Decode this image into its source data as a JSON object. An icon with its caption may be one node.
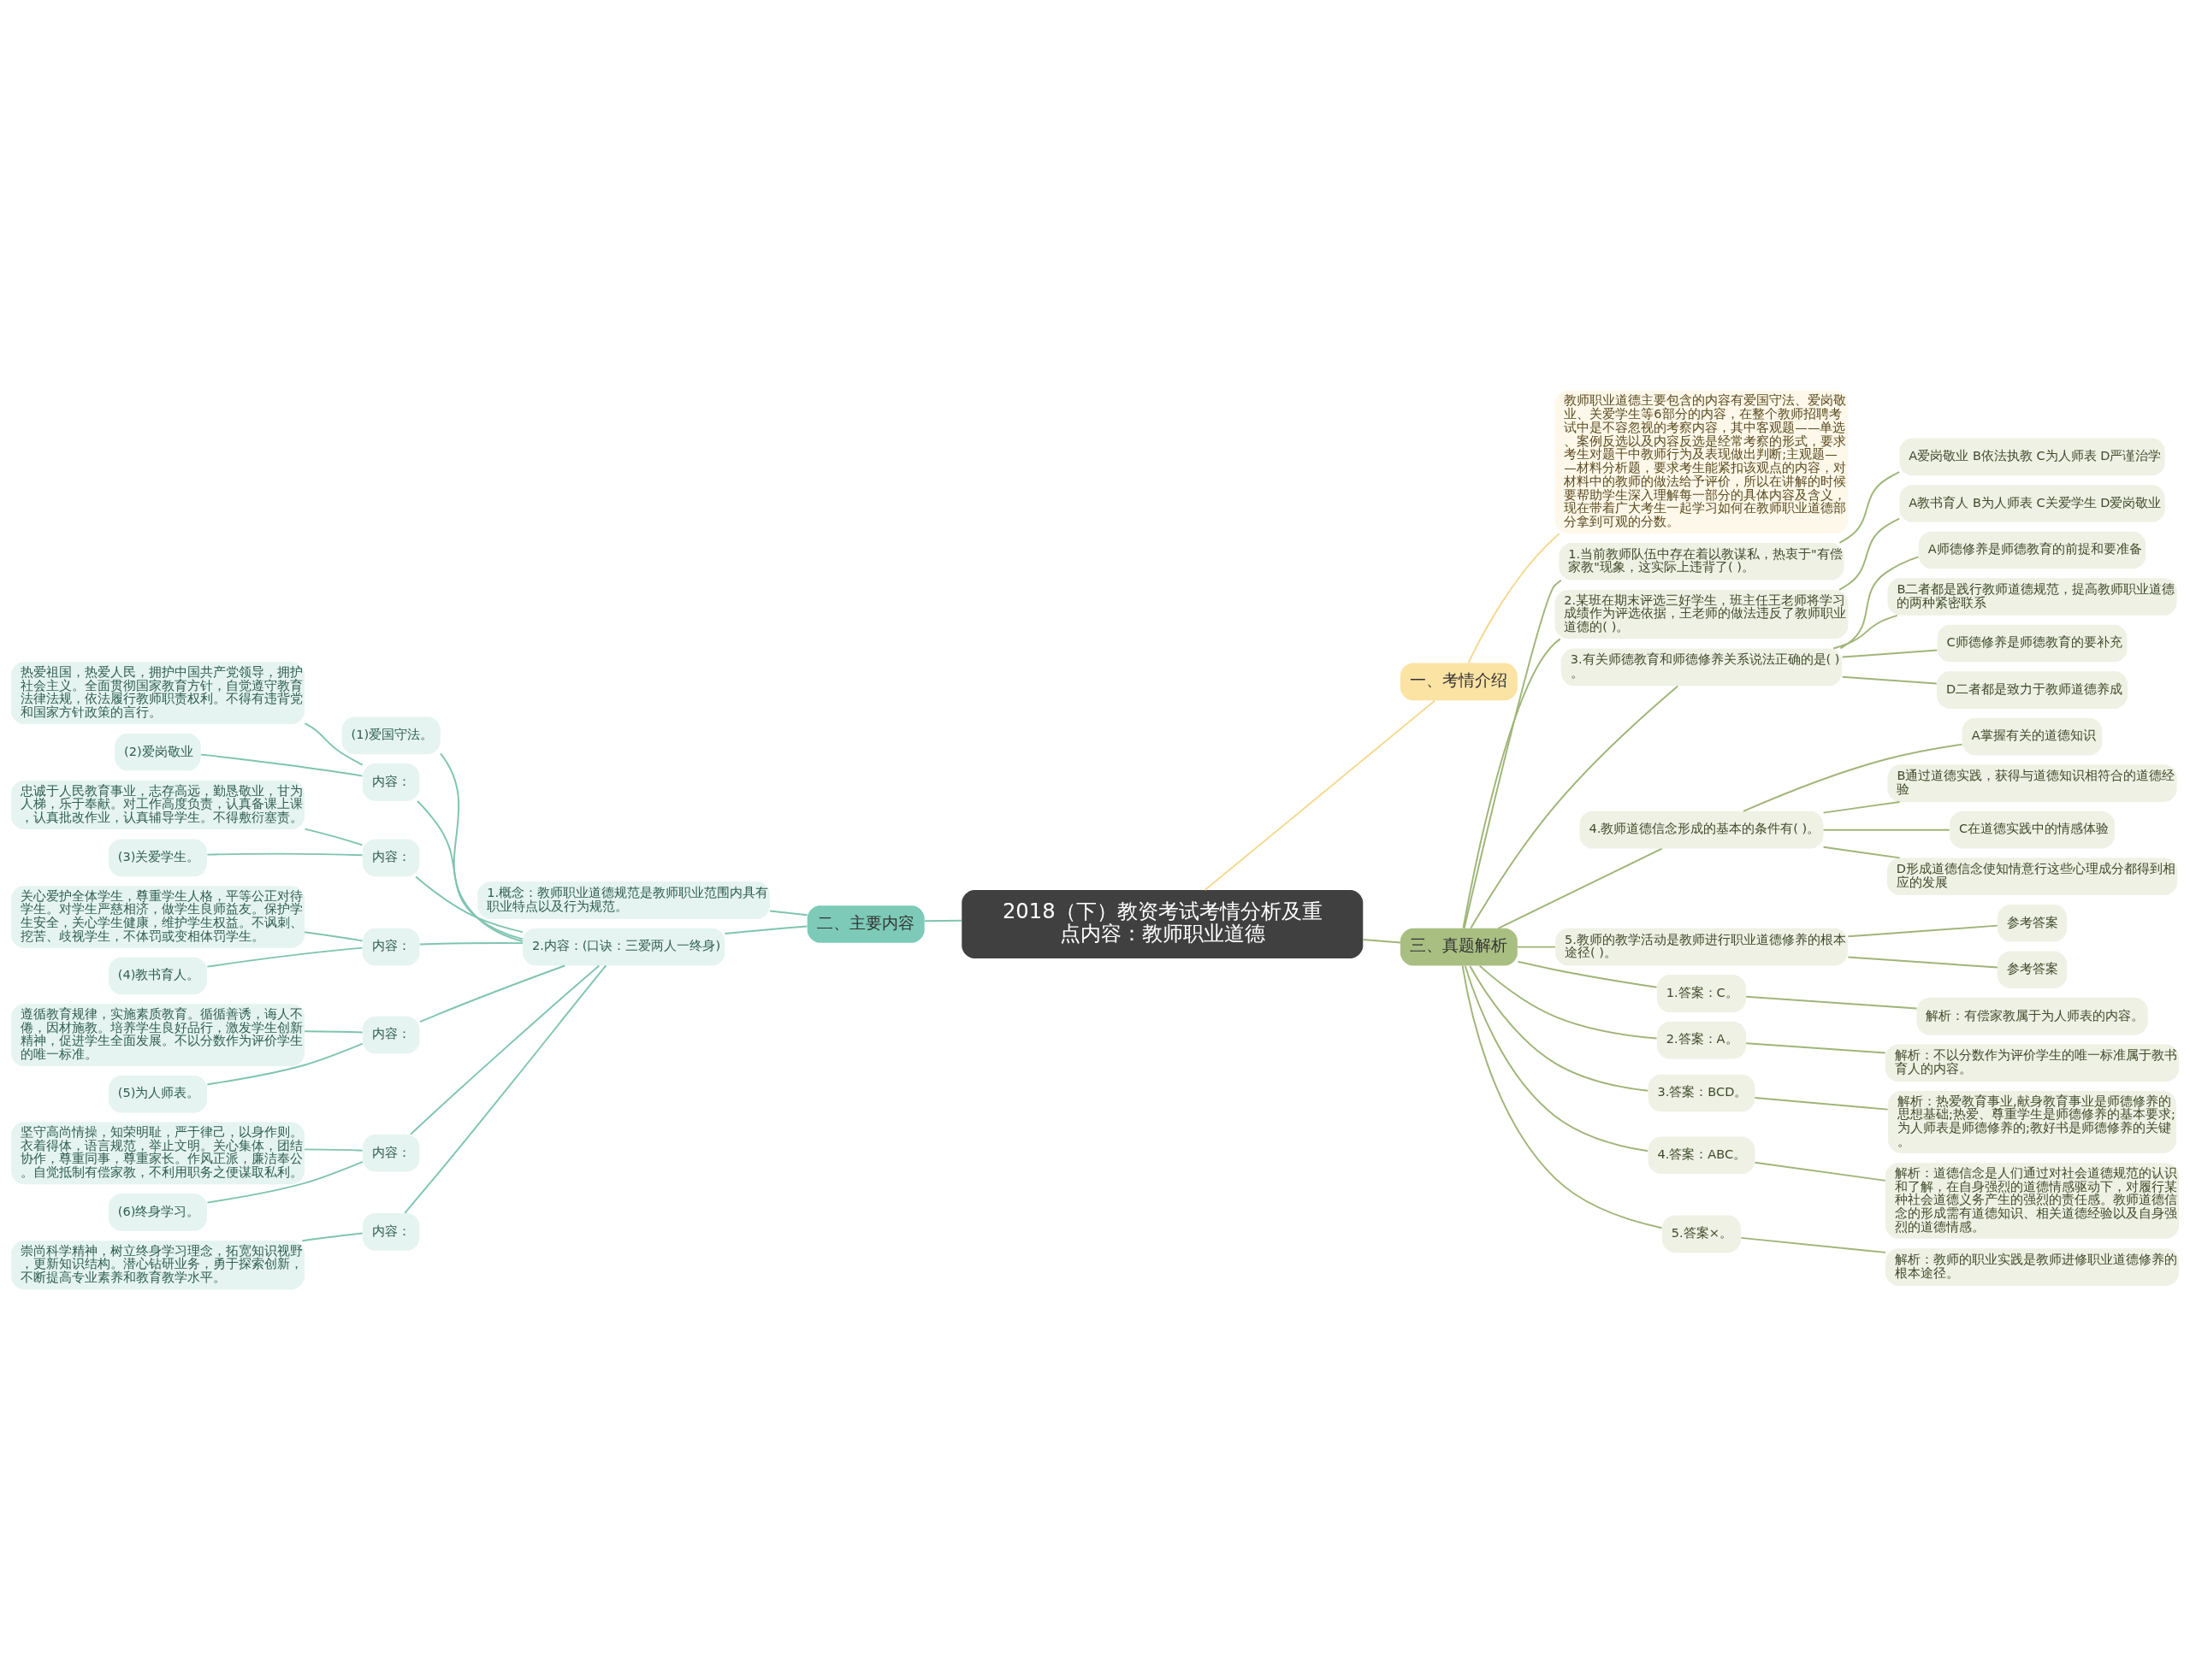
{
  "diagram": {
    "nodes": [
      {
        "text": [
          "2018（下）教资考试考情分析及重点内容：教师职业道德"
        ]
      },
      {
        "text": [
          "一、考情介绍"
        ]
      },
      {
        "text": [
          "教师职业道德主要包含的内容有爱国守法、爱岗敬业、关爱学生等6部分的内容，在整个教师招聘考试中是不容忽视的考察内容，其中客观题——单选、案例反选以及内容反选是经常考察的形式，要求考生对题干中教师行为及表现做出判断;主观题——材料分析题，要求考生能紧扣该观点的内容，对材料中的教师的做法给予评价，所以在讲解的时候要帮助学生深入理解每一部分的具体内容及含义，现在带着广大考生一起学习如何在教师职业道德部分拿到可观的分数。"
        ]
      },
      {
        "text": [
          "二、主要内容"
        ]
      },
      {
        "text": [
          "1.概念：教师职业道德规范是教师职业范围内具有职业特点以及行为规范。"
        ]
      },
      {
        "text": [
          "2.内容：(口诀：三爱两人一终身)"
        ]
      },
      {
        "text": [
          "(1)爱国守法。"
        ]
      },
      {
        "text": [
          "内容："
        ]
      },
      {
        "text": [
          "热爱祖国，热爱人民，拥护中国共产党领导，拥护社会主义。全面贯彻国家教育方针，自觉遵守教育法律法规，依法履行教师职责权利。不得有违背党和国家方针政策的言行。"
        ]
      },
      {
        "text": [
          "(2)爱岗敬业"
        ]
      },
      {
        "text": [
          "内容："
        ]
      },
      {
        "text": [
          "忠诚于人民教育事业，志存高远，勤恳敬业，甘为人梯，乐于奉献。对工作高度负责，认真备课上课，认真批改作业，认真辅导学生。不得敷衍塞责。"
        ]
      },
      {
        "text": [
          "(3)关爱学生。"
        ]
      },
      {
        "text": [
          "内容："
        ]
      },
      {
        "text": [
          "关心爱护全体学生，尊重学生人格，平等公正对待学生。对学生严慈相济，做学生良师益友。保护学生安全，关心学生健康，维护学生权益。不讽刺、挖苦、歧视学生，不体罚或变相体罚学生。"
        ]
      },
      {
        "text": [
          "(4)教书育人。"
        ]
      },
      {
        "text": [
          "内容："
        ]
      },
      {
        "text": [
          "遵循教育规律，实施素质教育。循循善诱，诲人不倦，因材施教。培养学生良好品行，激发学生创新精神，促进学生全面发展。不以分数作为评价学生的唯一标准。"
        ]
      },
      {
        "text": [
          "(5)为人师表。"
        ]
      },
      {
        "text": [
          "内容："
        ]
      },
      {
        "text": [
          "坚守高尚情操，知荣明耻，严于律己，以身作则。衣着得体，语言规范，举止文明。关心集体，团结协作，尊重同事，尊重家长。作风正派，廉洁奉公。自觉抵制有偿家教，不利用职务之便谋取私利。"
        ]
      },
      {
        "text": [
          "(6)终身学习。"
        ]
      },
      {
        "text": [
          "内容："
        ]
      },
      {
        "text": [
          "崇尚科学精神，树立终身学习理念，拓宽知识视野，更新知识结构。潜心钻研业务，勇于探索创新，不断提高专业素养和教育教学水平。"
        ]
      },
      {
        "text": [
          "三、真题解析"
        ]
      },
      {
        "text": [
          "1.当前教师队伍中存在着以教谋私，热衷于\"有偿家教\"现象，这实际上违背了( )。"
        ]
      },
      {
        "text": [
          "A爱岗敬业 B依法执教 C为人师表 D严谨治学"
        ]
      },
      {
        "text": [
          "2.某班在期末评选三好学生，班主任王老师将学习成绩作为评选依据，王老师的做法违反了教师职业道德的( )。"
        ]
      },
      {
        "text": [
          "A教书育人 B为人师表 C关爱学生 D爱岗敬业"
        ]
      },
      {
        "text": [
          "3.有关师德教育和师德修养关系说法正确的是( )。"
        ]
      },
      {
        "text": [
          "A师德修养是师德教育的前提和要准备"
        ]
      },
      {
        "text": [
          "B二者都是践行教师道德规范，提高教师职业道德的两种紧密联系"
        ]
      },
      {
        "text": [
          "C师德修养是师德教育的要补充"
        ]
      },
      {
        "text": [
          "D二者都是致力于教师道德养成"
        ]
      },
      {
        "text": [
          "4.教师道德信念形成的基本的条件有( )。"
        ]
      },
      {
        "text": [
          "A掌握有关的道德知识"
        ]
      },
      {
        "text": [
          "B通过道德实践，获得与道德知识相符合的道德经验"
        ]
      },
      {
        "text": [
          "C在道德实践中的情感体验"
        ]
      },
      {
        "text": [
          "D形成道德信念使知情意行这些心理成分都得到相应的发展"
        ]
      },
      {
        "text": [
          "5.教师的教学活动是教师进行职业道德修养的根本途径( )。"
        ]
      },
      {
        "text": [
          "参考答案"
        ]
      },
      {
        "text": [
          "参考答案"
        ]
      },
      {
        "text": [
          "1.答案：C。"
        ]
      },
      {
        "text": [
          "解析：有偿家教属于为人师表的内容。"
        ]
      },
      {
        "text": [
          "2.答案：A。"
        ]
      },
      {
        "text": [
          "解析：不以分数作为评价学生的唯一标准属于教书育人的内容。"
        ]
      },
      {
        "text": [
          "3.答案：BCD。"
        ]
      },
      {
        "text": [
          "解析：热爱教育事业,献身教育事业是师德修养的思想基础;热爱、尊重学生是师德修养的基本要求;为人师表是师德修养的;教好书是师德修养的关键。"
        ]
      },
      {
        "text": [
          "4.答案：ABC。"
        ]
      },
      {
        "text": [
          "解析：道德信念是人们通过对社会道德规范的认识和了解，在自身强烈的道德情感驱动下，对履行某种社会道德义务产生的强烈的责任感。教师道德信念的形成需有道德知识、相关道德经验以及自身强烈的道德情感。"
        ]
      },
      {
        "text": [
          "5.答案×。"
        ]
      },
      {
        "text": [
          "解析：教师的职业实践是教师进修职业道德修养的根本途径。"
        ]
      }
    ],
    "edges": [
      {
        "from": 0,
        "to": 1,
        "arrow": "none",
        "color": "#f5d991"
      },
      {
        "from": 1,
        "to": 2,
        "arrow": "none",
        "color": "#f5d991"
      },
      {
        "from": 0,
        "to": 3,
        "arrow": "none",
        "color": "#7fc4b1"
      },
      {
        "from": 3,
        "to": 4,
        "arrow": "none",
        "color": "#7fc4b1"
      },
      {
        "from": 3,
        "to": 5,
        "arrow": "none",
        "color": "#7fc4b1"
      },
      {
        "from": 5,
        "to": 6,
        "arrow": "none",
        "color": "#7fc4b1"
      },
      {
        "from": 5,
        "to": 7,
        "arrow": "none",
        "color": "#7fc4b1"
      },
      {
        "from": 7,
        "to": 8,
        "arrow": "none",
        "color": "#7fc4b1"
      },
      {
        "from": 7,
        "to": 9,
        "arrow": "none",
        "color": "#7fc4b1"
      },
      {
        "from": 5,
        "to": 10,
        "arrow": "none",
        "color": "#7fc4b1"
      },
      {
        "from": 10,
        "to": 11,
        "arrow": "none",
        "color": "#7fc4b1"
      },
      {
        "from": 10,
        "to": 12,
        "arrow": "none",
        "color": "#7fc4b1"
      },
      {
        "from": 5,
        "to": 13,
        "arrow": "none",
        "color": "#7fc4b1"
      },
      {
        "from": 13,
        "to": 14,
        "arrow": "none",
        "color": "#7fc4b1"
      },
      {
        "from": 13,
        "to": 15,
        "arrow": "none",
        "color": "#7fc4b1"
      },
      {
        "from": 5,
        "to": 16,
        "arrow": "none",
        "color": "#7fc4b1"
      },
      {
        "from": 16,
        "to": 17,
        "arrow": "none",
        "color": "#7fc4b1"
      },
      {
        "from": 16,
        "to": 18,
        "arrow": "none",
        "color": "#7fc4b1"
      },
      {
        "from": 5,
        "to": 19,
        "arrow": "none",
        "color": "#7fc4b1"
      },
      {
        "from": 19,
        "to": 20,
        "arrow": "none",
        "color": "#7fc4b1"
      },
      {
        "from": 19,
        "to": 21,
        "arrow": "none",
        "color": "#7fc4b1"
      },
      {
        "from": 5,
        "to": 22,
        "arrow": "none",
        "color": "#7fc4b1"
      },
      {
        "from": 22,
        "to": 23,
        "arrow": "none",
        "color": "#7fc4b1"
      },
      {
        "from": 0,
        "to": 24,
        "arrow": "none"
      },
      {
        "from": 24,
        "to": 25,
        "arrow": "none"
      },
      {
        "from": 25,
        "to": 26,
        "arrow": "none"
      },
      {
        "from": 24,
        "to": 27,
        "arrow": "none"
      },
      {
        "from": 27,
        "to": 28,
        "arrow": "none"
      },
      {
        "from": 24,
        "to": 29,
        "arrow": "none"
      },
      {
        "from": 29,
        "to": 30,
        "arrow": "none"
      },
      {
        "from": 29,
        "to": 31,
        "arrow": "none"
      },
      {
        "from": 29,
        "to": 32,
        "arrow": "none"
      },
      {
        "from": 29,
        "to": 33,
        "arrow": "none"
      },
      {
        "from": 24,
        "to": 34,
        "arrow": "none"
      },
      {
        "from": 34,
        "to": 35,
        "arrow": "none"
      },
      {
        "from": 34,
        "to": 36,
        "arrow": "none"
      },
      {
        "from": 34,
        "to": 37,
        "arrow": "none"
      },
      {
        "from": 34,
        "to": 38,
        "arrow": "none"
      },
      {
        "from": 24,
        "to": 39,
        "arrow": "none"
      },
      {
        "from": 39,
        "to": 40,
        "arrow": "none"
      },
      {
        "from": 39,
        "to": 41,
        "arrow": "none"
      },
      {
        "from": 24,
        "to": 42,
        "arrow": "none"
      },
      {
        "from": 42,
        "to": 43,
        "arrow": "none"
      },
      {
        "from": 24,
        "to": 44,
        "arrow": "none"
      },
      {
        "from": 44,
        "to": 45,
        "arrow": "none"
      },
      {
        "from": 24,
        "to": 46,
        "arrow": "none"
      },
      {
        "from": 46,
        "to": 47,
        "arrow": "none"
      },
      {
        "from": 24,
        "to": 48,
        "arrow": "none"
      },
      {
        "from": 48,
        "to": 49,
        "arrow": "none"
      },
      {
        "from": 24,
        "to": 50,
        "arrow": "none"
      },
      {
        "from": 50,
        "to": 51,
        "arrow": "none"
      }
    ]
  }
}
